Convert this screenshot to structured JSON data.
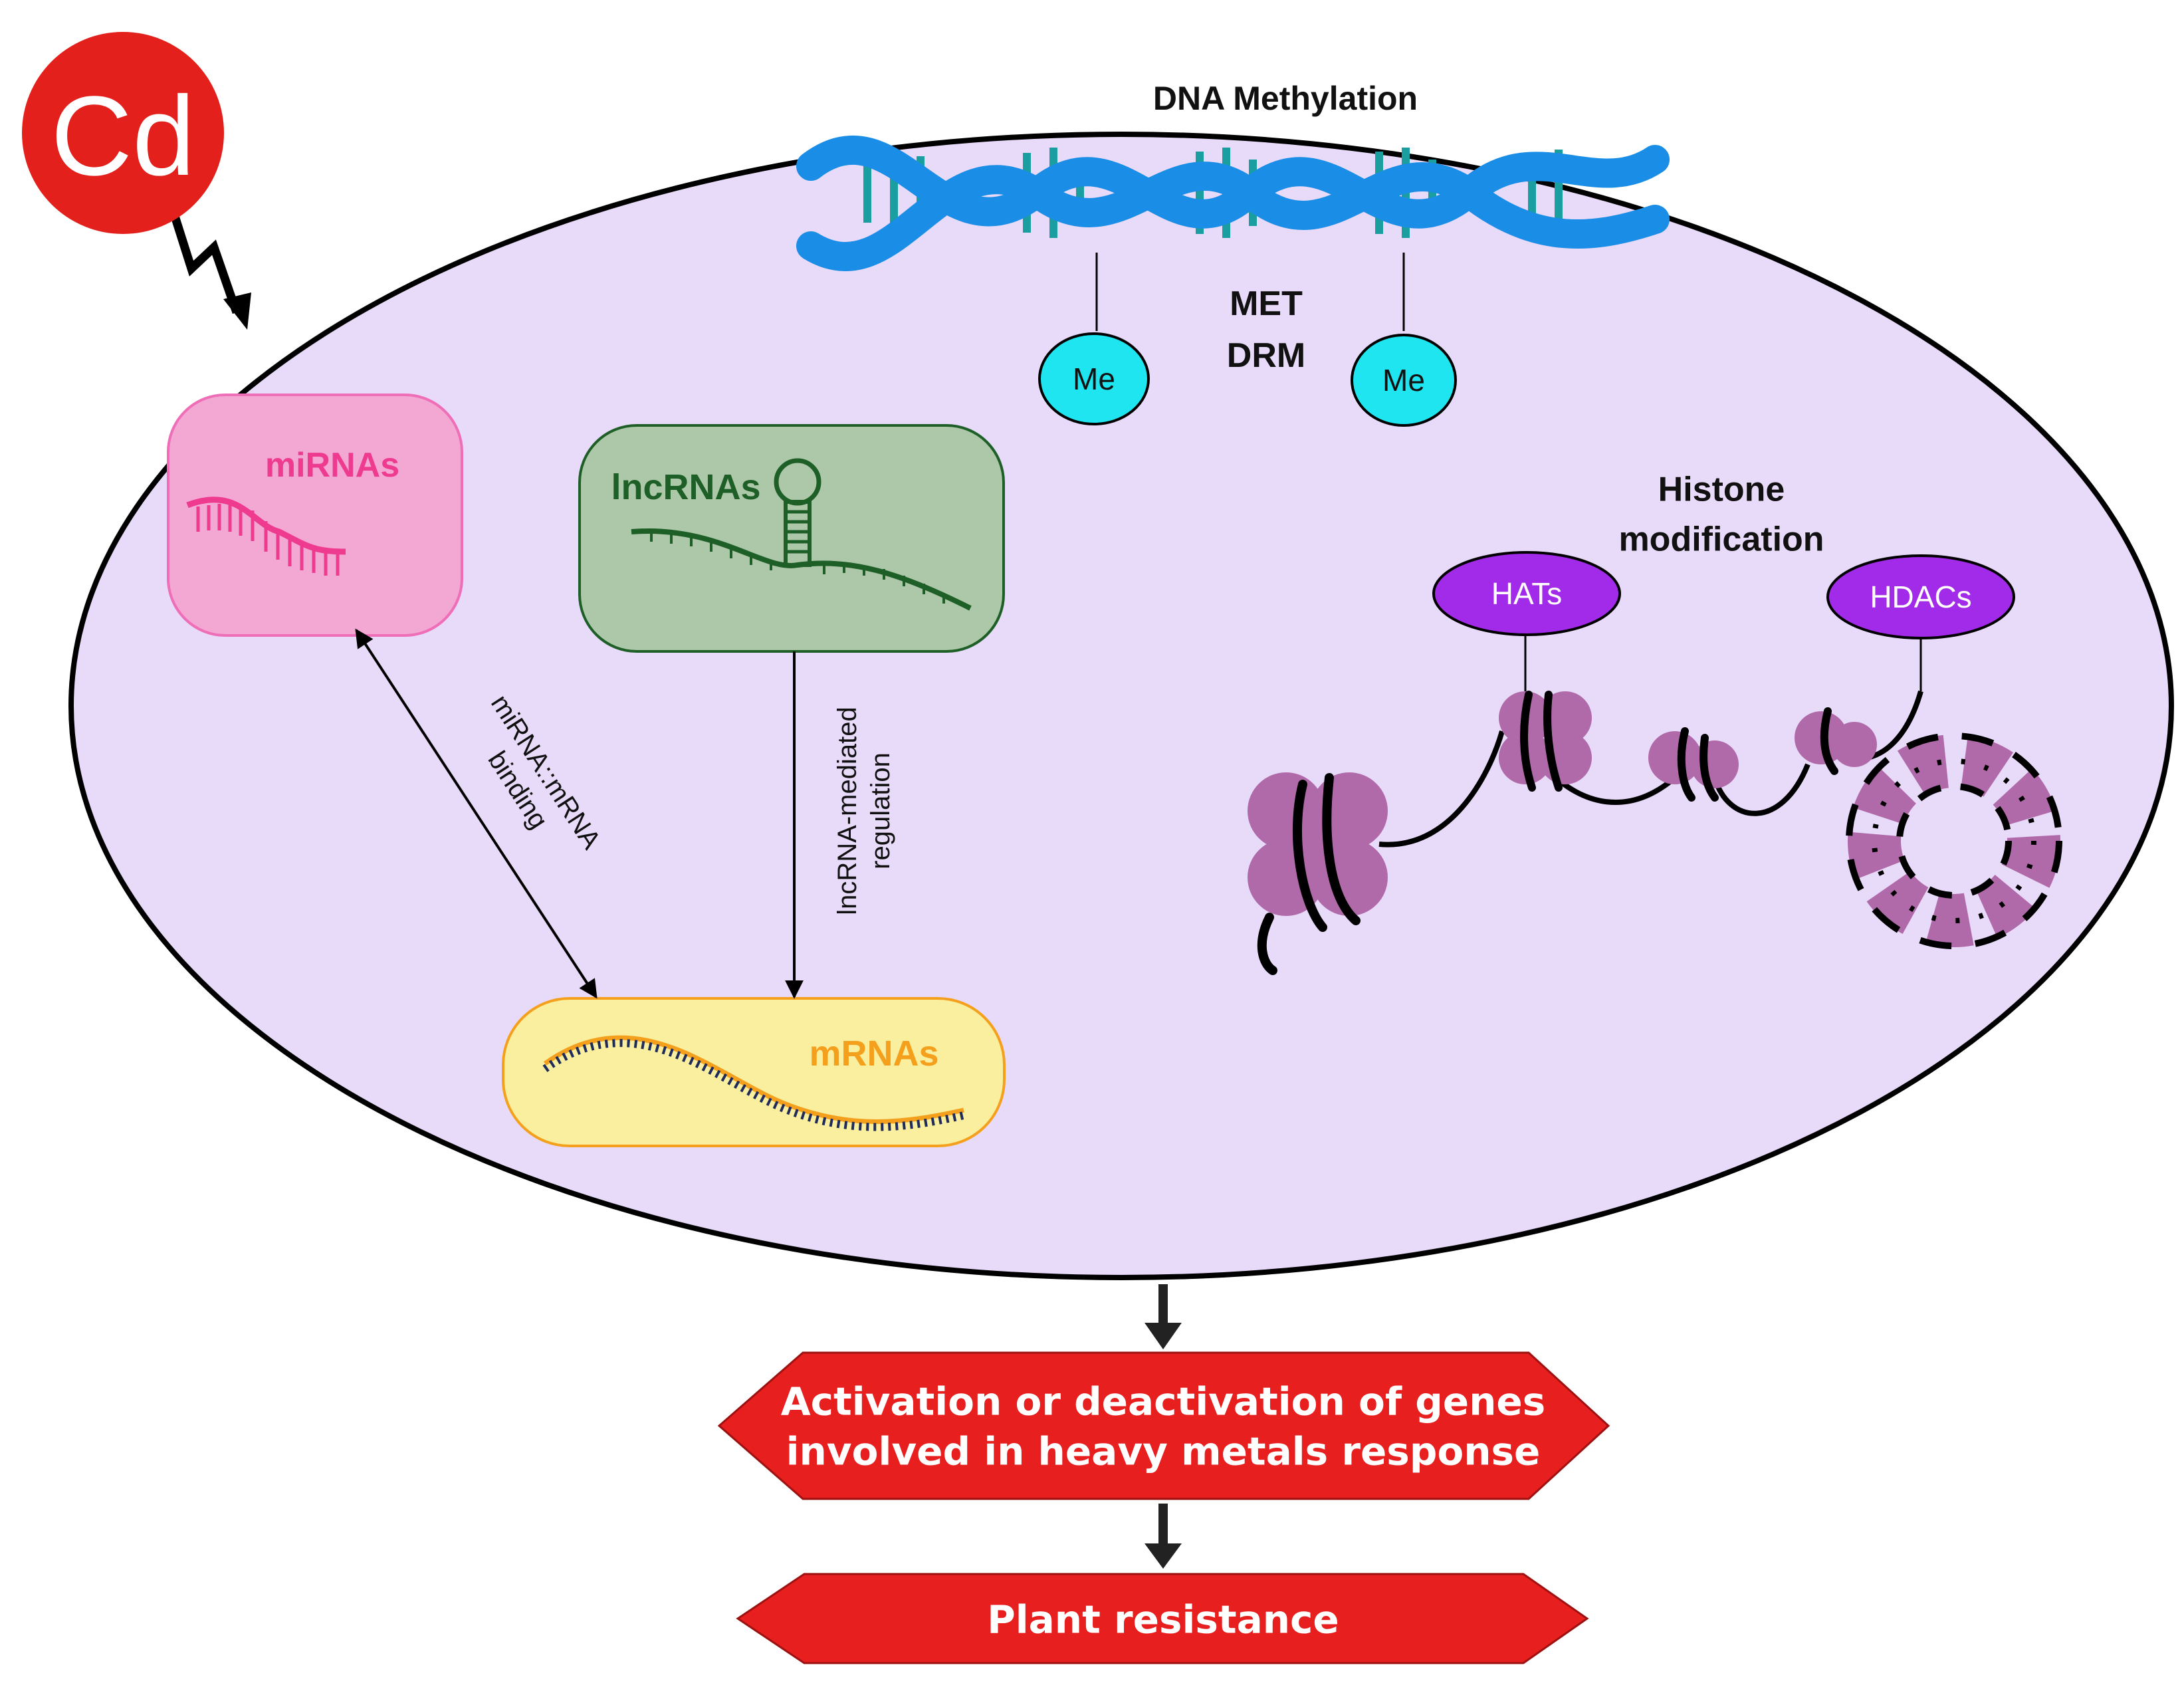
{
  "cd_badge": {
    "label": "Cd",
    "color": "#e3201b"
  },
  "cell": {
    "fill": "#e8daf9",
    "stroke": "#000000"
  },
  "dna_methylation": {
    "title": "DNA Methylation",
    "enzymes": [
      "MET",
      "DRM"
    ],
    "methyl_groups": [
      "Me",
      "Me"
    ],
    "methyl_color": "#1ee5ef",
    "helix_color": "#1a8ee6",
    "base_color": "#1b9ea0"
  },
  "mirnas": {
    "label": "miRNAs",
    "fill": "#f3a8d4",
    "text_color": "#ee3a8f"
  },
  "lncrnas": {
    "label": "lncRNAs",
    "fill": "#adc8a8",
    "text_color": "#1d5f27"
  },
  "mrnas": {
    "label": "mRNAs",
    "fill": "#f9ef9f",
    "text_color": "#f5a01c"
  },
  "arrows": {
    "mirna_binding": [
      "miRNA::mRNA",
      "binding"
    ],
    "lncrna_regulation": [
      "lncRNA-mediated",
      "regulation"
    ]
  },
  "histone": {
    "title": [
      "Histone",
      "modification"
    ],
    "enzymes": [
      "HATs",
      "HDACs"
    ],
    "enzyme_color": "#a12be8",
    "nucleosome_color": "#b06aa9"
  },
  "outcomes": {
    "activation": [
      "Activation or deactivation of genes",
      "involved in heavy metals response"
    ],
    "resistance": "Plant resistance",
    "color": "#e81f1f"
  }
}
